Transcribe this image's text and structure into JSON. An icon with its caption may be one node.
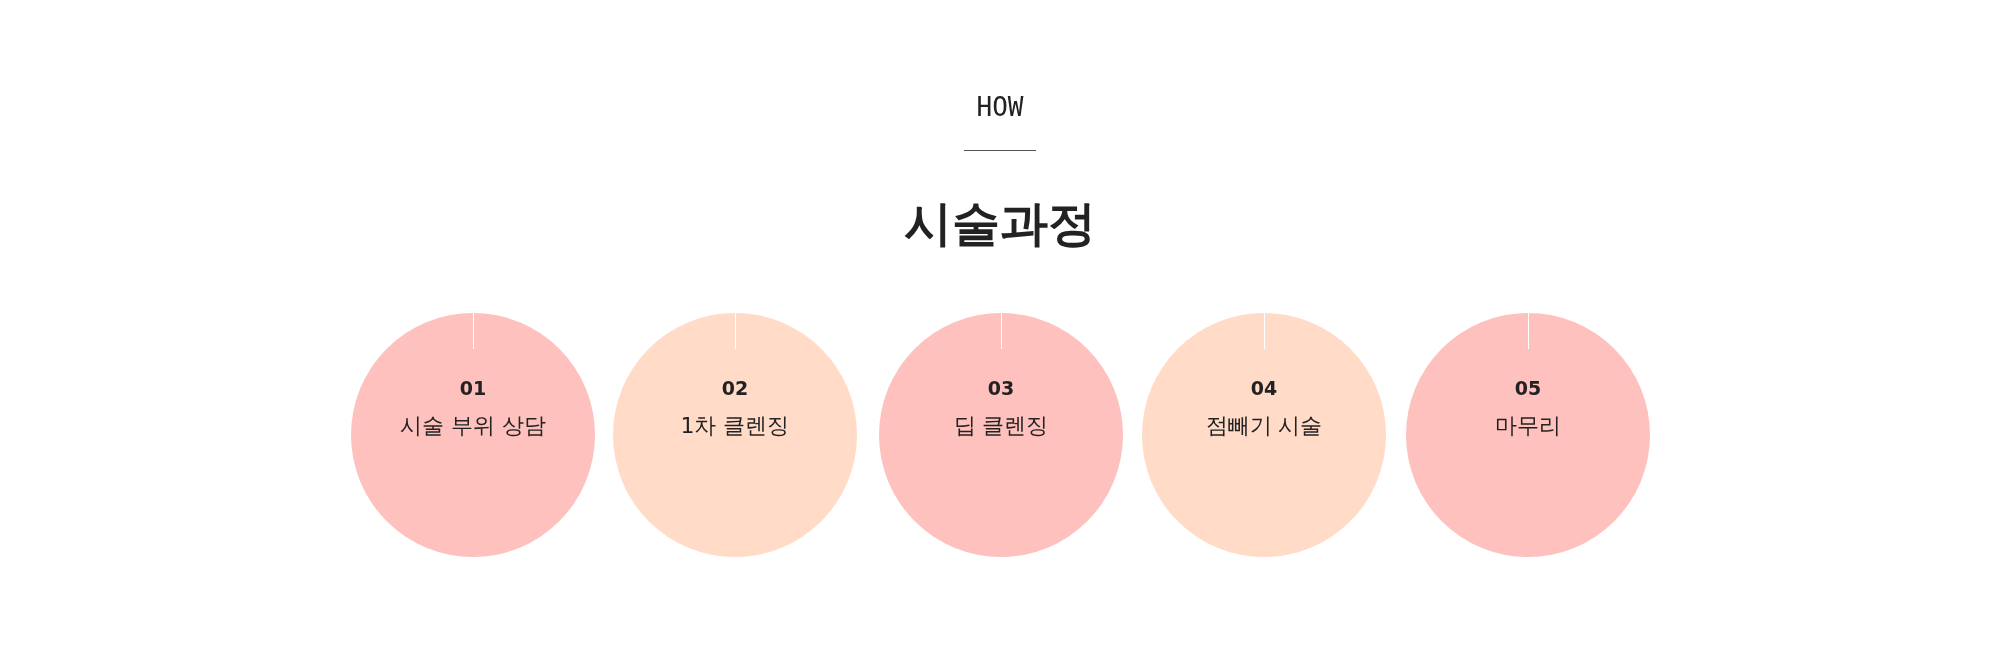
{
  "diagram": {
    "title": "시술과정",
    "nodes": [
      {
        "text": [
          "01",
          "시술 부위 상담"
        ]
      },
      {
        "text": [
          "02",
          "1차 클렌징"
        ]
      },
      {
        "text": [
          "03",
          "딥 클렌징"
        ]
      },
      {
        "text": [
          "04",
          "점빼기 시술"
        ]
      },
      {
        "text": [
          "05",
          "마무리"
        ]
      }
    ],
    "edges": [],
    "labels": [
      "HOW"
    ]
  }
}
